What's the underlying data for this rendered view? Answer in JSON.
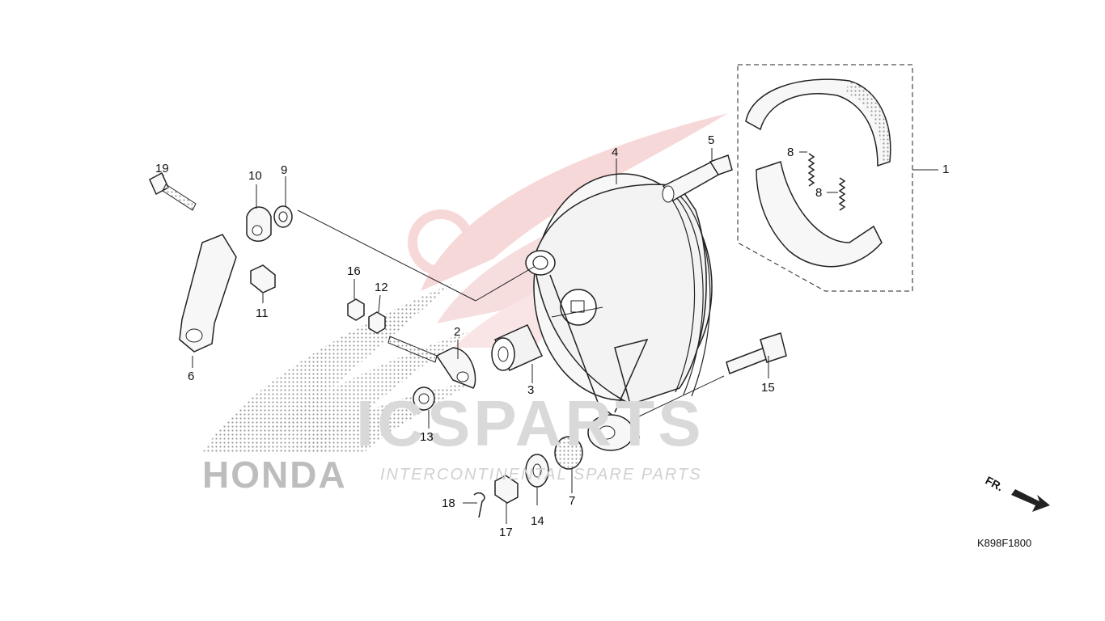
{
  "diagram": {
    "code": "K898F1800",
    "direction_label": "FR.",
    "callouts": [
      "1",
      "2",
      "3",
      "4",
      "5",
      "6",
      "7",
      "8",
      "8",
      "9",
      "10",
      "11",
      "12",
      "13",
      "14",
      "15",
      "16",
      "17",
      "18",
      "19"
    ]
  },
  "watermark": {
    "brand": "ICSPARTS",
    "tagline": "INTERCONTINENTAL SPARE PARTS",
    "maker": "HONDA"
  },
  "colors": {
    "line": "#222222",
    "part_fill": "#f7f7f7",
    "watermark_red": "#f2c8c8",
    "watermark_gray": "#d6d6d6",
    "halftone": "#9a9a9a"
  }
}
